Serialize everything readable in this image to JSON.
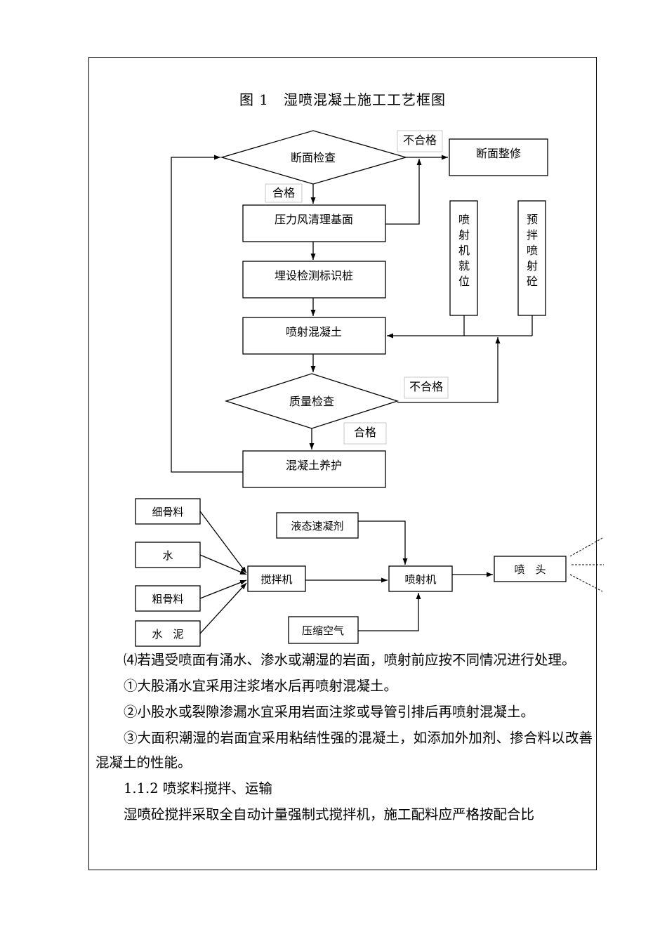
{
  "figure": {
    "title": "图 1　湿喷混凝土施工工艺框图",
    "flow": {
      "section_check": "断面检查",
      "fail_1": "不合格",
      "section_repair": "断面整修",
      "pass_1": "合格",
      "clean_base": "压力风清理基面",
      "embed_markers": "埋设检测标识桩",
      "sprayer_in_place": [
        "喷",
        "射",
        "机",
        "就",
        "位"
      ],
      "premix_concrete": [
        "预",
        "拌",
        "喷",
        "射",
        "砼"
      ],
      "spray_concrete": "喷射混凝土",
      "fail_2": "不合格",
      "quality_check": "质量检查",
      "pass_2": "合格",
      "curing": "混凝土养护"
    },
    "mix": {
      "fine_aggregate": "细骨料",
      "water": "水",
      "coarse_aggregate": "粗骨料",
      "cement": "水　泥",
      "mixer": "搅拌机",
      "accelerator": "液态速凝剂",
      "sprayer": "喷射机",
      "nozzle": "喷　头",
      "compressed_air": "压缩空气"
    }
  },
  "text": {
    "p1": "⑷若遇受喷面有涌水、渗水或潮湿的岩面，喷射前应按不同情况进行处理。",
    "p2": "①大股涌水宜采用注浆堵水后再喷射混凝土。",
    "p3": "②小股水或裂隙渗漏水宜采用岩面注浆或导管引排后再喷射混凝土。",
    "p4": "③大面积潮湿的岩面宜采用粘结性强的混凝土，如添加外加剂、掺合料以改善混凝土的性能。",
    "p5": "1.1.2 喷浆料搅拌、运输",
    "p6": "湿喷砼搅拌采取全自动计量强制式搅拌机，施工配料应严格按配合比"
  }
}
